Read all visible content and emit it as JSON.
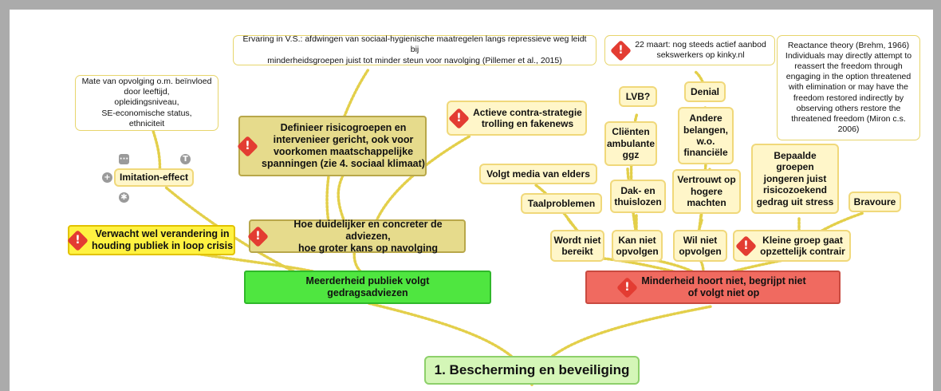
{
  "nodes": {
    "root": "1. Bescherming en beveiliging",
    "majority": "Meerderheid publiek volgt\ngedragsadviezen",
    "minority": "Minderheid hoort niet, begrijpt niet\nof volgt niet op",
    "clarity": "Hoe duidelijker en concreter de adviezen,\nhoe groter kans op navolging",
    "expect_change": "Verwacht wel verandering in\nhouding publiek in loop crisis",
    "imitation": "Imitation-effect",
    "risk_groups": "Definieer risicogroepen en\nintervenieer gericht, ook voor\nvoorkomen maatschappelijke\nspanningen (zie 4. sociaal klimaat)",
    "counter_strategy": "Actieve contra-strategie\ntrolling en fakenews",
    "media_elsewhere": "Volgt media van elders",
    "language": "Taalproblemen",
    "not_reached": "Wordt niet\nbereikt",
    "cannot_follow": "Kan niet\nopvolgen",
    "will_not_follow": "Wil niet\nopvolgen",
    "small_group": "Kleine groep gaat\nopzettelijk contrair",
    "lvb": "LVB?",
    "clients": "Cliënten\nambulante\nggz",
    "homeless": "Dak- en\nthuislozen",
    "denial": "Denial",
    "other_interests": "Andere\nbelangen,\nw.o.\nfinanciële",
    "trust_higher": "Vertrouwt op\nhogere\nmachten",
    "youth": "Bepaalde\ngroepen\njongeren juist\nrisicozoekend\ngedrag uit stress",
    "bravado": "Bravoure"
  },
  "notes": {
    "usa": "Ervaring in V.S.: afdwingen van sociaal-hygienische maatregelen langs repressieve weg leidt bij\nminderheidsgroepen juist tot minder steun voor navolging (Pillemer et al., 2015)",
    "education": "Mate van opvolging o.m. beïnvloed\ndoor leeftijd,\nopleidingsniveau,\nSE-economische status,\nethniciteit",
    "sexworkers": "22 maart: nog steeds actief aanbod\nsekswerkers op kinky.nl",
    "reactance": "Reactance theory (Brehm, 1966)\nIndividuals may directly attempt to\nreassert the freedom through\nengaging in the option threatened\nwith elimination or may have the\nfreedom restored indirectly by\nobserving others restore the\nthreatened freedom (Miron c.s.\n2006)"
  },
  "controls": {
    "more": "···",
    "topic": "T",
    "add": "+",
    "star": "✱"
  },
  "colors": {
    "root": "#d4f6b7",
    "majority": "#4fe640",
    "minority": "#f06a60",
    "topic": "#fff6c9",
    "olive": "#e6db8c",
    "highlight": "#fff241",
    "warning": "#e33c32",
    "link": "#e3cf4a"
  }
}
